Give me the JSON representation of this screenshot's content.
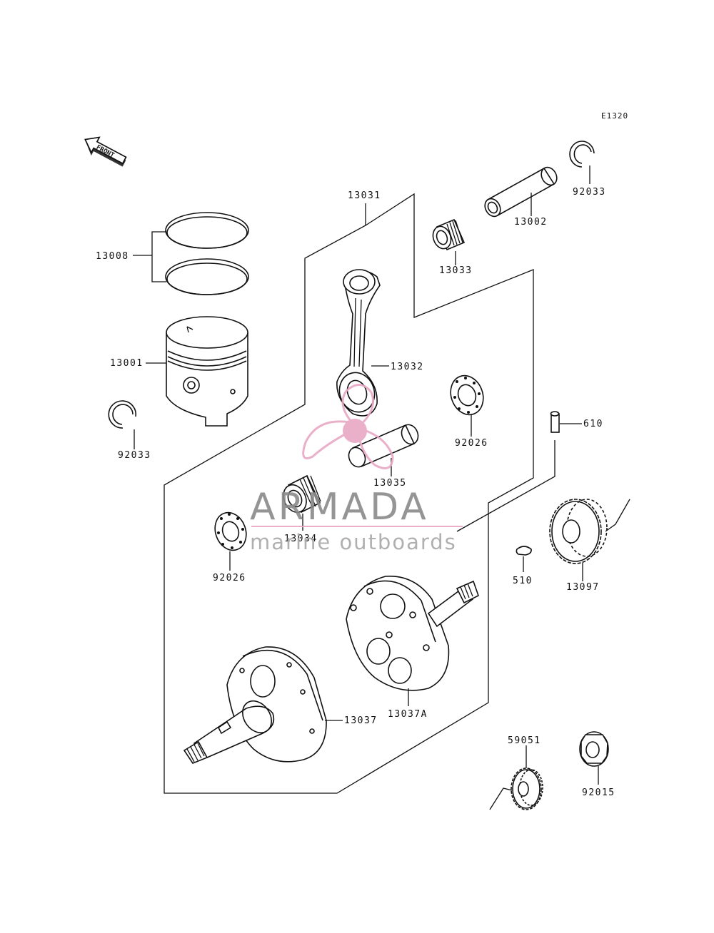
{
  "diagram_code": "E1320",
  "front_label": "FRONT",
  "parts": {
    "p13008": "13008",
    "p13001": "13001",
    "p92033_left": "92033",
    "p13031": "13031",
    "p13032": "13032",
    "p13033": "13033",
    "p13002": "13002",
    "p92033_right": "92033",
    "p92026_right": "92026",
    "p13035": "13035",
    "p13034": "13034",
    "p92026_left": "92026",
    "p610": "610",
    "p510": "510",
    "p13097": "13097",
    "p13037": "13037",
    "p13037A": "13037A",
    "p59051": "59051",
    "p92015": "92015"
  },
  "watermark": {
    "brand": "ARMADA",
    "tagline": "marine outboards",
    "color": "#e8a8c4"
  }
}
